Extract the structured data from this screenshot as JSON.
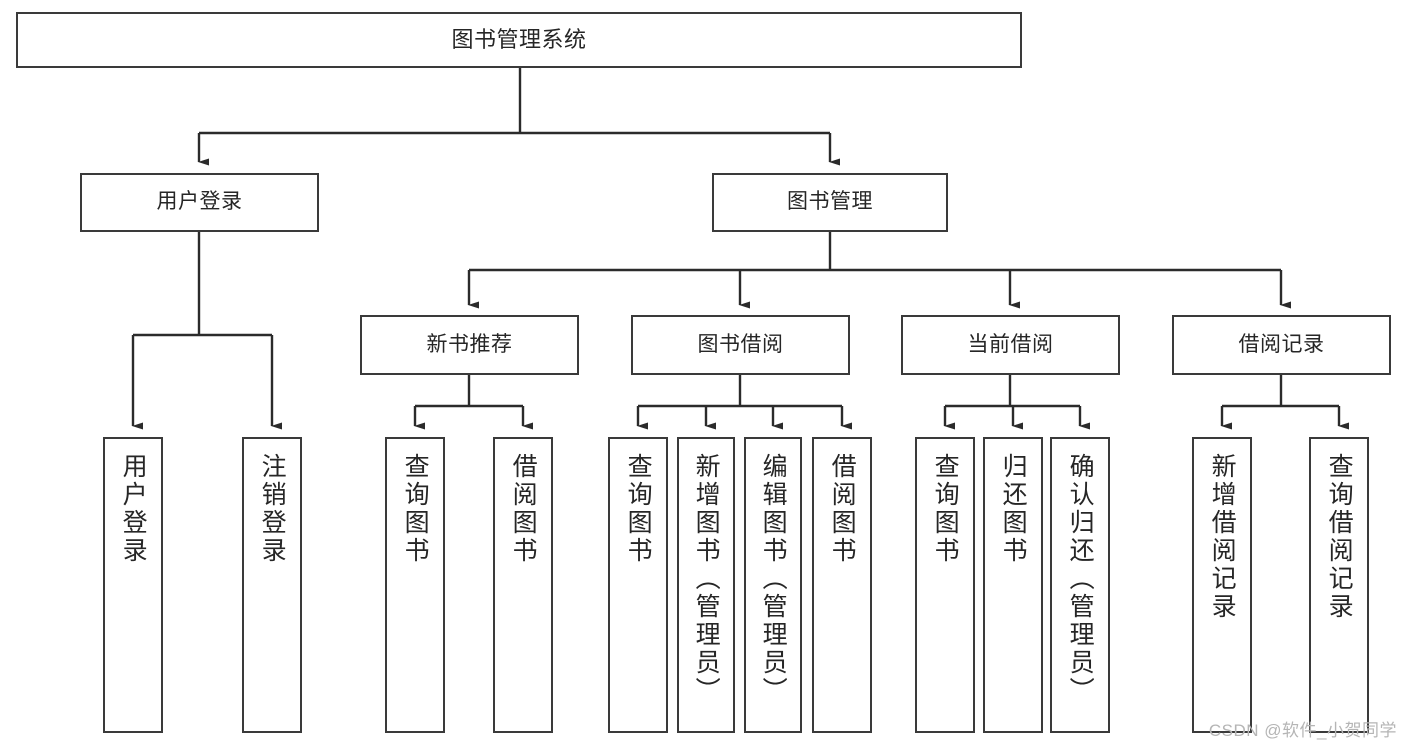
{
  "diagram": {
    "title": "图书管理系统",
    "type": "tree-hierarchy",
    "root": {
      "label": "图书管理系统"
    },
    "level2": [
      {
        "label": "用户登录"
      },
      {
        "label": "图书管理"
      }
    ],
    "level3": [
      {
        "label": "新书推荐"
      },
      {
        "label": "图书借阅"
      },
      {
        "label": "当前借阅"
      },
      {
        "label": "借阅记录"
      }
    ],
    "leaves": {
      "user_login": [
        {
          "label": "用户登录"
        },
        {
          "label": "注销登录"
        }
      ],
      "new_book_recommend": [
        {
          "label": "查询图书"
        },
        {
          "label": "借阅图书"
        }
      ],
      "book_borrow": [
        {
          "label": "查询图书"
        },
        {
          "label": "新增图书（管理员）"
        },
        {
          "label": "编辑图书（管理员）"
        },
        {
          "label": "借阅图书"
        }
      ],
      "current_borrow": [
        {
          "label": "查询图书"
        },
        {
          "label": "归还图书"
        },
        {
          "label": "确认归还（管理员）"
        }
      ],
      "borrow_record": [
        {
          "label": "新增借阅记录"
        },
        {
          "label": "查询借阅记录"
        }
      ]
    }
  },
  "watermark": {
    "text": "CSDN @软件_小贺同学"
  },
  "colors": {
    "border": "#3a3a3a",
    "text": "#262626",
    "background": "#ffffff",
    "connector": "#2b2b2b",
    "watermark": "#b5b5b5"
  }
}
